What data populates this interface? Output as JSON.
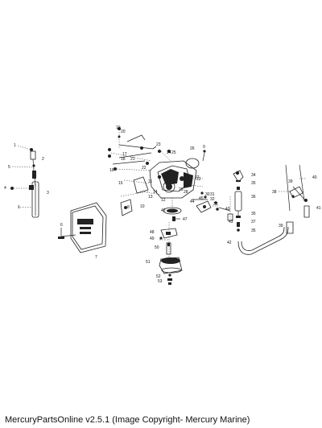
{
  "caption": "MercuryPartsOnline v2.5.1 (Image Copyright- Mercury Marine)",
  "parts": [
    {
      "num": "1"
    },
    {
      "num": "2"
    },
    {
      "num": "3"
    },
    {
      "num": "4"
    },
    {
      "num": "5"
    },
    {
      "num": "6"
    },
    {
      "num": "7"
    },
    {
      "num": "8"
    },
    {
      "num": "9"
    },
    {
      "num": "10"
    },
    {
      "num": "11"
    },
    {
      "num": "12"
    },
    {
      "num": "13"
    },
    {
      "num": "14"
    },
    {
      "num": "15"
    },
    {
      "num": "16"
    },
    {
      "num": "17"
    },
    {
      "num": "18"
    },
    {
      "num": "19"
    },
    {
      "num": "20"
    },
    {
      "num": "21"
    },
    {
      "num": "22"
    },
    {
      "num": "23"
    },
    {
      "num": "24"
    },
    {
      "num": "25"
    },
    {
      "num": "26"
    },
    {
      "num": "27"
    },
    {
      "num": "28"
    },
    {
      "num": "29"
    },
    {
      "num": "30"
    },
    {
      "num": "31"
    },
    {
      "num": "32"
    },
    {
      "num": "33"
    },
    {
      "num": "34"
    },
    {
      "num": "35"
    },
    {
      "num": "36"
    },
    {
      "num": "37"
    },
    {
      "num": "38"
    },
    {
      "num": "39"
    },
    {
      "num": "40"
    },
    {
      "num": "41"
    },
    {
      "num": "42"
    },
    {
      "num": "43"
    },
    {
      "num": "44"
    },
    {
      "num": "45"
    },
    {
      "num": "46"
    },
    {
      "num": "47"
    },
    {
      "num": "48"
    },
    {
      "num": "49"
    },
    {
      "num": "50"
    },
    {
      "num": "51"
    },
    {
      "num": "52"
    },
    {
      "num": "53"
    }
  ]
}
